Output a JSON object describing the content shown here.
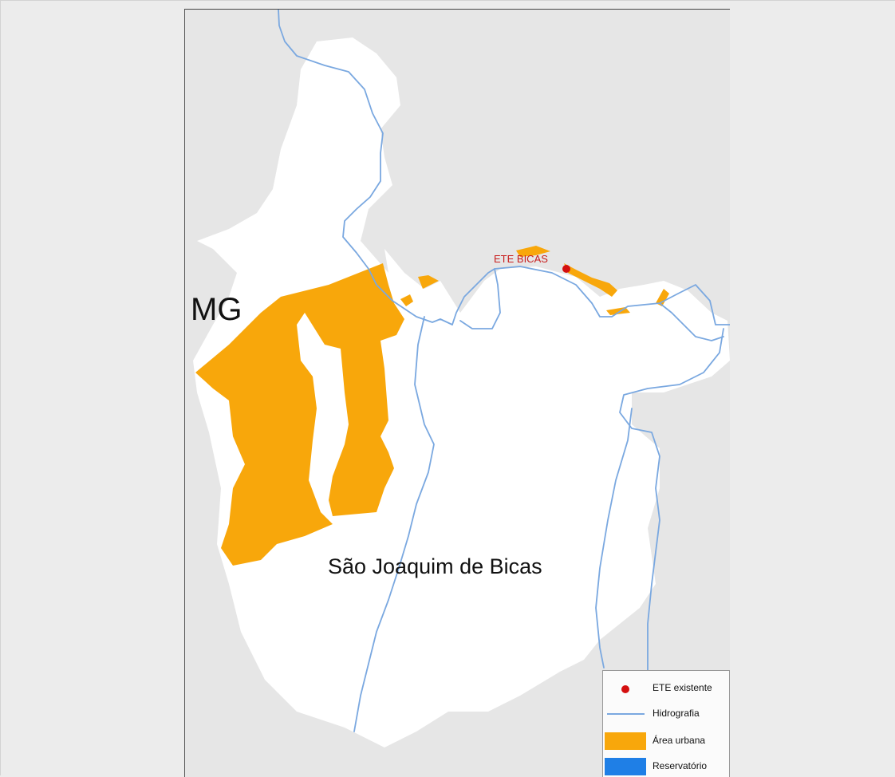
{
  "map": {
    "state_label": "MG",
    "municipality_label": "São Joaquim de Bicas",
    "point_label": "ETE BICAS"
  },
  "legend": {
    "items": [
      {
        "symbol": "point",
        "label": "ETE existente",
        "color": "#d40f0f"
      },
      {
        "symbol": "line",
        "label": "Hidrografia",
        "color": "#7aa8e0"
      },
      {
        "symbol": "fill",
        "label": "Área urbana",
        "color": "#f8a70b"
      },
      {
        "symbol": "fill",
        "label": "Reservatório",
        "color": "#1f7fe6"
      }
    ]
  },
  "colors": {
    "background": "#e6e6e6",
    "municipality": "#ffffff",
    "urban_area": "#f8a70b",
    "hydrography": "#7aa8e0",
    "ete_point": "#d40f0f",
    "reservoir": "#1f7fe6"
  }
}
